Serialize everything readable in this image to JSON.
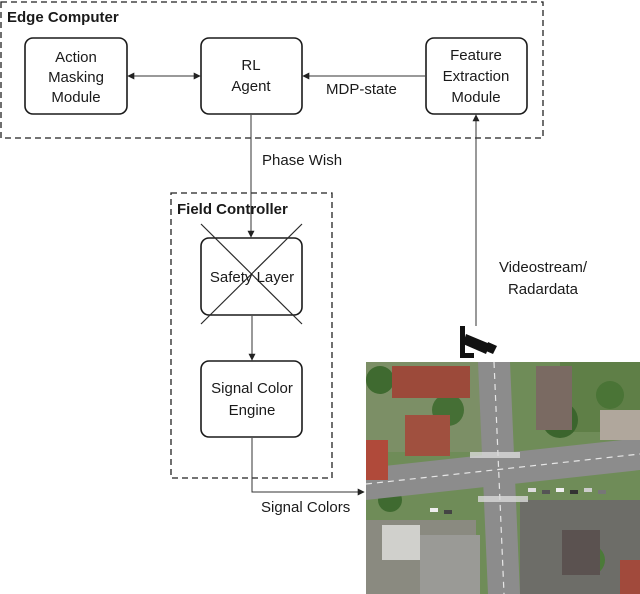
{
  "groups": {
    "edge_computer": {
      "title": "Edge Computer"
    },
    "field_controller": {
      "title": "Field Controller"
    }
  },
  "nodes": {
    "action_masking": {
      "lines": [
        "Action",
        "Masking",
        "Module"
      ]
    },
    "rl_agent": {
      "lines": [
        "RL",
        "Agent"
      ]
    },
    "feature_extraction": {
      "lines": [
        "Feature",
        "Extraction",
        "Module"
      ]
    },
    "safety_layer": {
      "lines": [
        "Safety Layer"
      ]
    },
    "signal_color_engine": {
      "lines": [
        "Signal Color",
        "Engine"
      ]
    }
  },
  "edges": {
    "mdp_state": "MDP-state",
    "phase_wish": "Phase Wish",
    "videostream": [
      "Videostream/",
      "Radardata"
    ],
    "signal_colors": "Signal Colors"
  },
  "icons": {
    "camera": "security-camera-icon",
    "photo": "aerial-intersection-photo"
  },
  "colors": {
    "asphalt": "#8c8c8c",
    "grass": "#4e7a3a",
    "roof": "#9c4a3a"
  }
}
